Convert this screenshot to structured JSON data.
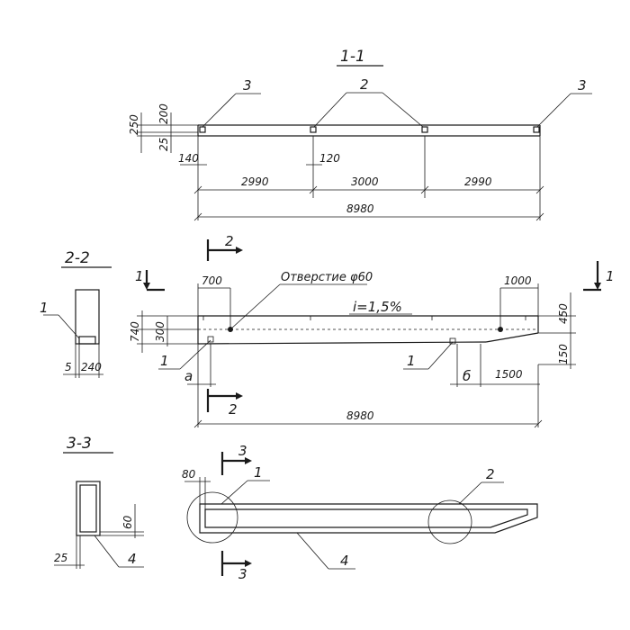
{
  "section_1_1": {
    "title": "1-1",
    "callout_left": "3",
    "callout_mid": "2",
    "callout_right": "3",
    "dim_250": "250",
    "dim_200": "200",
    "dim_25": "25",
    "dim_140": "140",
    "dim_120": "120",
    "span_left": "2990",
    "span_mid": "3000",
    "span_right": "2990",
    "total": "8980"
  },
  "elevation": {
    "cut_1_left": "1",
    "cut_1_right": "1",
    "cut_2_top": "2",
    "cut_2_bottom": "2",
    "dim_700": "700",
    "hole_label": "Отверстие φ60",
    "slope": "i=1,5%",
    "dim_1000": "1000",
    "dim_450": "450",
    "dim_740": "740",
    "dim_300": "300",
    "dim_150": "150",
    "callout_left": "1",
    "callout_right": "1",
    "dim_a": "а",
    "dim_b": "б",
    "dim_1500": "1500",
    "total": "8980"
  },
  "section_2_2": {
    "title": "2-2",
    "callout": "1",
    "dim_5": "5",
    "dim_240": "240"
  },
  "section_3_3": {
    "title": "3-3",
    "dim_60": "60",
    "dim_25": "25",
    "callout": "4"
  },
  "plan": {
    "cut_3_top": "3",
    "cut_3_bottom": "3",
    "dim_80": "80",
    "callout_1": "1",
    "callout_2": "2",
    "callout_4": "4"
  }
}
